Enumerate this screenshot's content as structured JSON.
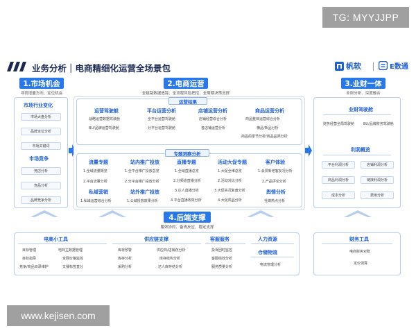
{
  "watermark": {
    "top": "TG: MYYJJPP",
    "bottom": "www.kejisen.com"
  },
  "header": {
    "title": "业务分析｜电商精细化运营全场景包",
    "logo_fanruan": "帆软",
    "logo_edatong": "E数通"
  },
  "market": {
    "tab": "1.市场机会",
    "caption": "寻找增量方向、定位机会",
    "industry_title": "市场行业变化",
    "industry_items": [
      "市场大盘分析",
      "品牌定位分析",
      "市场关键词"
    ],
    "competition_title": "市场竞争",
    "competition_items": [
      "竞店分析",
      "竞品分析",
      "品牌竞争分析"
    ]
  },
  "ecom": {
    "tab": "2.电商运营",
    "caption": "全链路数据追踪、全流程风险把控、全周期决策支撑",
    "result": {
      "title": "运营结果",
      "cols": [
        {
          "title": "运营驾驶舱",
          "items": [
            "战略运营数据驾驶舱",
            "BU/品牌运营驾驶舱"
          ]
        },
        {
          "title": "平台运营分析",
          "items": [
            "全平台运营驾驶舱",
            "分平台运营驾驶舱"
          ]
        },
        {
          "title": "店铺运营分析",
          "items": [
            "店铺经营综合分析",
            "各店铺运营分析"
          ]
        },
        {
          "title": "商品运营分析",
          "items": [
            "商品整体运营综合分析",
            "横品/新品分析",
            "商品的季节分析/商品品类分析"
          ]
        }
      ]
    },
    "insight": {
      "title": "专题洞察分析",
      "cols": [
        {
          "title": "流量专题",
          "items": [
            "1.全域流量概览",
            "2.平台流量分析"
          ],
          "title2": "私域营销",
          "items2": [
            "1.私域运营综合分析"
          ]
        },
        {
          "title": "站内推广投放",
          "items": [
            "1.全平台推广投放总览",
            "2.分平台推广投放分析"
          ],
          "title2": "站外推广投放",
          "items2": [
            "1.公域投放效果分析"
          ]
        },
        {
          "title": "直播专题",
          "items": [
            "1.全域直播总览",
            "2.分频道直播分析",
            "3.达人直播分析",
            "4.平台直播收效分析"
          ]
        },
        {
          "title": "活动大促专题",
          "items": [
            "1.大促全维总览",
            "2.活动对比分析",
            "3.大促实况复盘分析",
            "4.大促商品分析"
          ]
        },
        {
          "title": "客户体验",
          "items": [
            "1.会员新老客友况分析",
            "2.产品评论分析"
          ],
          "title2": "舆情分析",
          "items2": [
            "社媒热点分析"
          ]
        }
      ]
    }
  },
  "finance": {
    "tab": "3.业财一体",
    "caption": "业财分析、深度融合",
    "cockpit_title": "业财驾驶舱",
    "cockpit_items": [
      "财务经营全局驾驶舱",
      "BU/品牌财务驾驶舱"
    ],
    "profit_title": "利润概览",
    "profit_items": [
      "平台利润分析",
      "店铺利润分析",
      "商品利润分析",
      "链接利润分析",
      "成本分析",
      "费用分析"
    ]
  },
  "backend": {
    "tab": "4.后端支撑",
    "caption": "履效协同、备清反应、稳定支撑",
    "tools": {
      "title": "电商小工具",
      "items": [
        "目标管理",
        "电商主数据管理",
        "目标指导",
        "全网价格监控",
        "竞争/商品目录维护",
        "文播标签直分"
      ]
    },
    "supply": {
      "title": "供应链支撑",
      "items": [
        "库存预警",
        "供应商/进销存分析",
        "库存分析",
        "库存结构分析",
        "采购分析",
        "达人库存结分析"
      ]
    },
    "service": {
      "title": "客服服务",
      "items": [
        "投诉回时监控",
        "客服绩效分析",
        "服务质量分析"
      ]
    },
    "hr": {
      "title": "人力资源"
    },
    "logistics": {
      "title": "仓储物流",
      "items": [
        "物流管理分析"
      ]
    },
    "fin_tools": {
      "title": "财务工具",
      "items": [
        "电商财务对账",
        "定价测算"
      ]
    }
  },
  "colors": {
    "accent": "#2878e8",
    "dark": "#1b2a52",
    "border": "#b7cdee"
  }
}
